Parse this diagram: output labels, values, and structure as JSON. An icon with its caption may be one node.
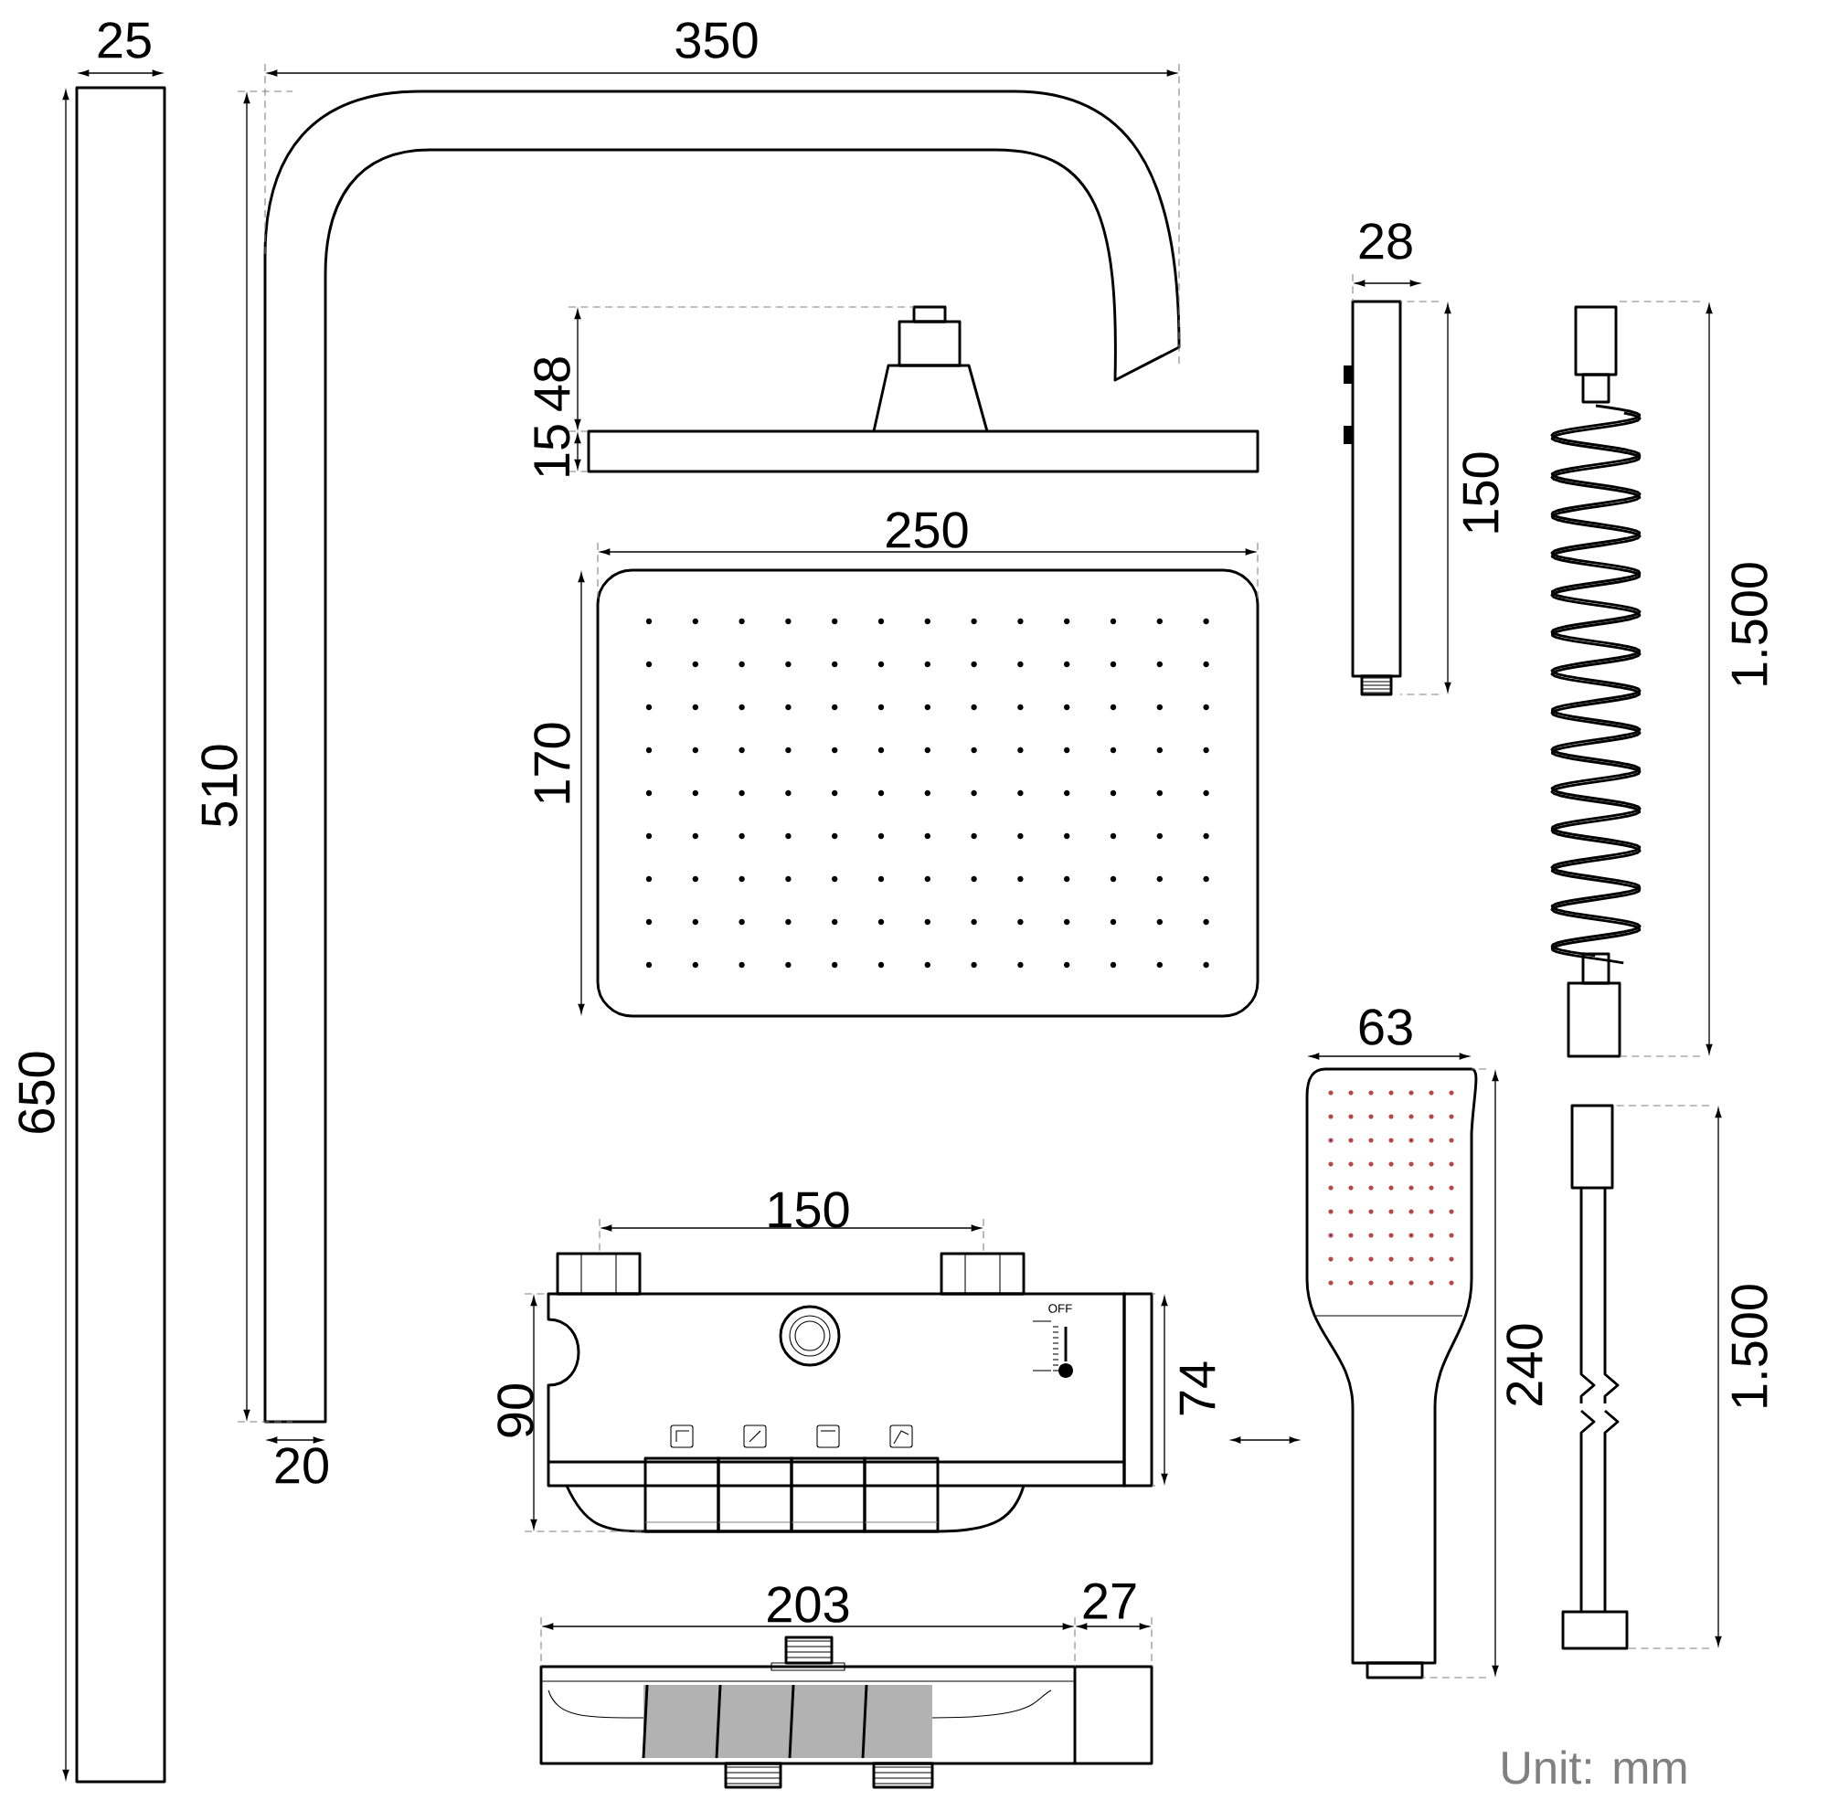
{
  "diagram": {
    "labels": [
      "25",
      "350",
      "28",
      "48",
      "15",
      "150",
      "1.500",
      "250",
      "510",
      "170",
      "650",
      "63",
      "150",
      "OFF",
      "90",
      "74",
      "240",
      "1.500",
      "20",
      "203",
      "27",
      "Unit: mm"
    ]
  }
}
